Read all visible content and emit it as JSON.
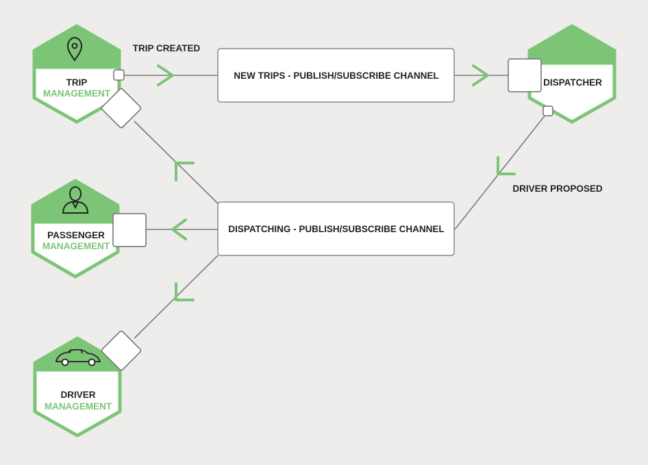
{
  "services": {
    "trip": {
      "line1": "TRIP",
      "line2": "MANAGEMENT",
      "icon": "location-pin-icon"
    },
    "passenger": {
      "line1": "PASSENGER",
      "line2": "MANAGEMENT",
      "icon": "person-icon"
    },
    "driver": {
      "line1": "DRIVER",
      "line2": "MANAGEMENT",
      "icon": "car-icon"
    },
    "dispatcher": {
      "line1": "DISPATCHER"
    }
  },
  "channels": {
    "new_trips": "NEW TRIPS - PUBLISH/SUBSCRIBE CHANNEL",
    "dispatching": "DISPATCHING - PUBLISH/SUBSCRIBE CHANNEL"
  },
  "messages": {
    "trip_created": "TRIP CREATED",
    "driver_proposed": "DRIVER PROPOSED"
  },
  "colors": {
    "accent": "#7cc576",
    "background": "#eeedec",
    "text": "#222222",
    "line": "#7a7a7a"
  }
}
